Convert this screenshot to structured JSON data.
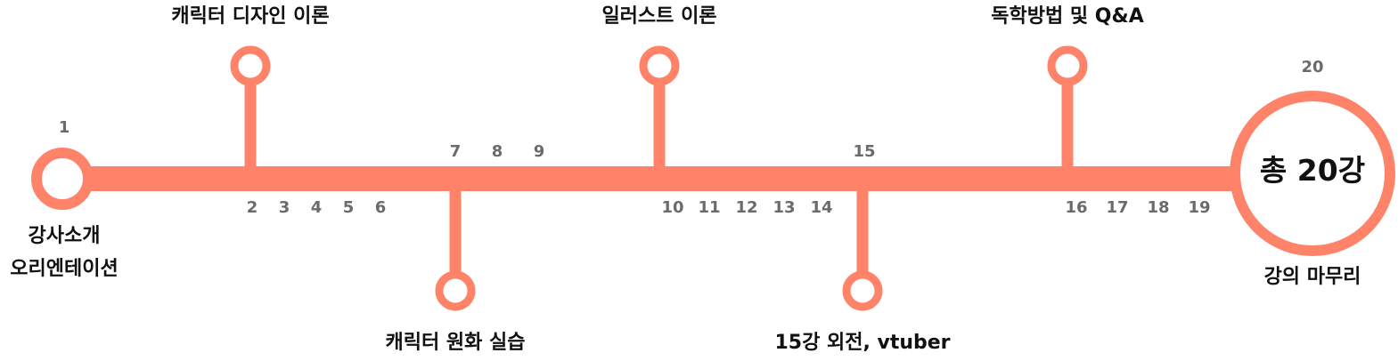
{
  "accent_color": "#ff8369",
  "total_label": "총 20강",
  "start": {
    "number": "1",
    "label_line1": "강사소개",
    "label_line2": "오리엔테이션"
  },
  "end": {
    "number": "20",
    "label": "강의 마무리"
  },
  "branches": {
    "character_theory": "캐릭터 디자인 이론",
    "character_practice": "캐릭터 원화 실습",
    "illust_theory": "일러스트 이론",
    "v15": "15강 외전, vtuber",
    "self_study": "독학방법 및 Q&A"
  },
  "lesson_numbers": {
    "n2": "2",
    "n3": "3",
    "n4": "4",
    "n5": "5",
    "n6": "6",
    "n7": "7",
    "n8": "8",
    "n9": "9",
    "n10": "10",
    "n11": "11",
    "n12": "12",
    "n13": "13",
    "n14": "14",
    "n15": "15",
    "n16": "16",
    "n17": "17",
    "n18": "18",
    "n19": "19"
  }
}
